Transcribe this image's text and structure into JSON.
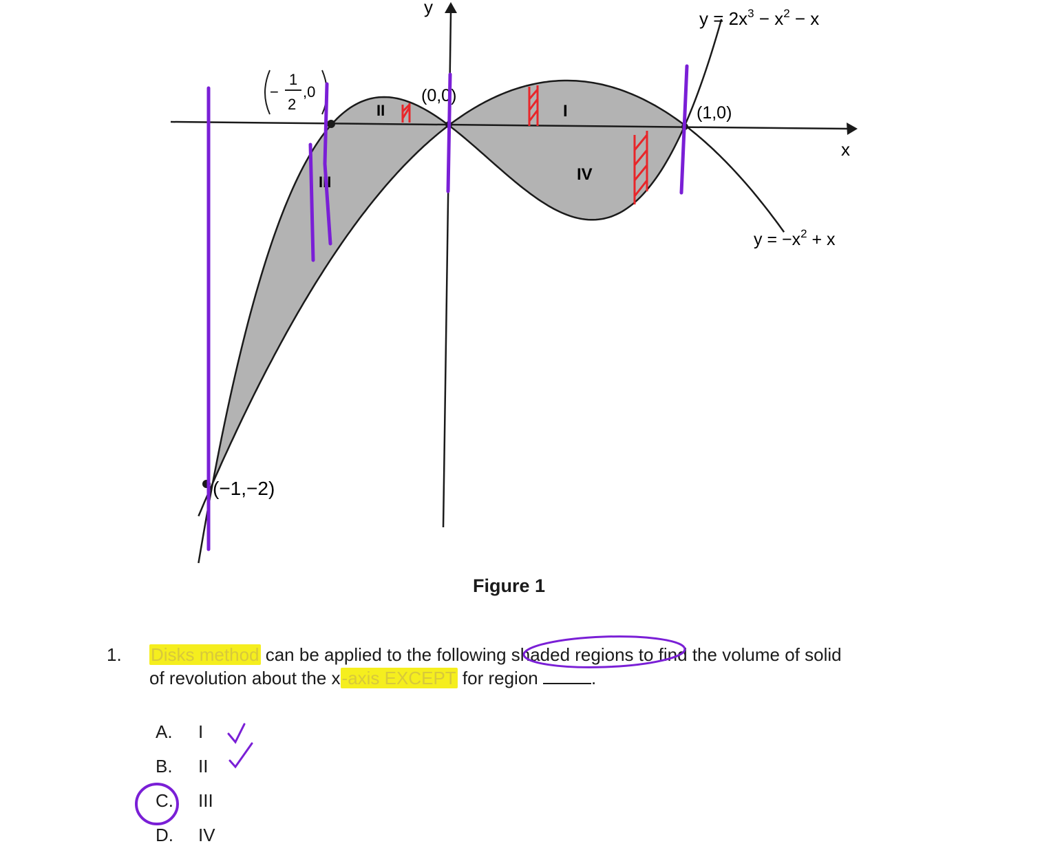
{
  "figure": {
    "axis_x_label": "x",
    "axis_y_label": "y",
    "curve1_label_prefix": "y = 2x",
    "curve1_sup1": "3",
    "curve1_mid": " − x",
    "curve1_sup2": "2",
    "curve1_end": " − x",
    "curve2_label_prefix": "y = −x",
    "curve2_sup": "2",
    "curve2_end": " + x",
    "point_neg_half_minus": "−",
    "point_neg_half_num": "1",
    "point_neg_half_den": "2",
    "point_neg_half_rest": ",0",
    "point_origin": "(0,0)",
    "point_one": "(1,0)",
    "point_neg_one": "(−1,−2)",
    "region_I": "I",
    "region_II": "II",
    "region_III": "III",
    "region_IV": "IV",
    "caption": "Figure 1",
    "colors": {
      "shade": "#b3b3b3",
      "ink": "#1a1a1a",
      "purple": "#7a1fd6",
      "red": "#e8262a",
      "highlight": "#f5ee1e"
    }
  },
  "question": {
    "number": "1.",
    "hl1": "Disks method",
    "text1": " can be applied to the following shaded regions to find the volume of solid",
    "text2a": "of revolution about the x",
    "hl2": "-axis EXCEPT",
    "text2b": " for region ",
    "text2c": "."
  },
  "options": [
    {
      "letter": "A.",
      "value": "I"
    },
    {
      "letter": "B.",
      "value": "II"
    },
    {
      "letter": "C.",
      "value": "III"
    },
    {
      "letter": "D.",
      "value": "IV"
    }
  ]
}
